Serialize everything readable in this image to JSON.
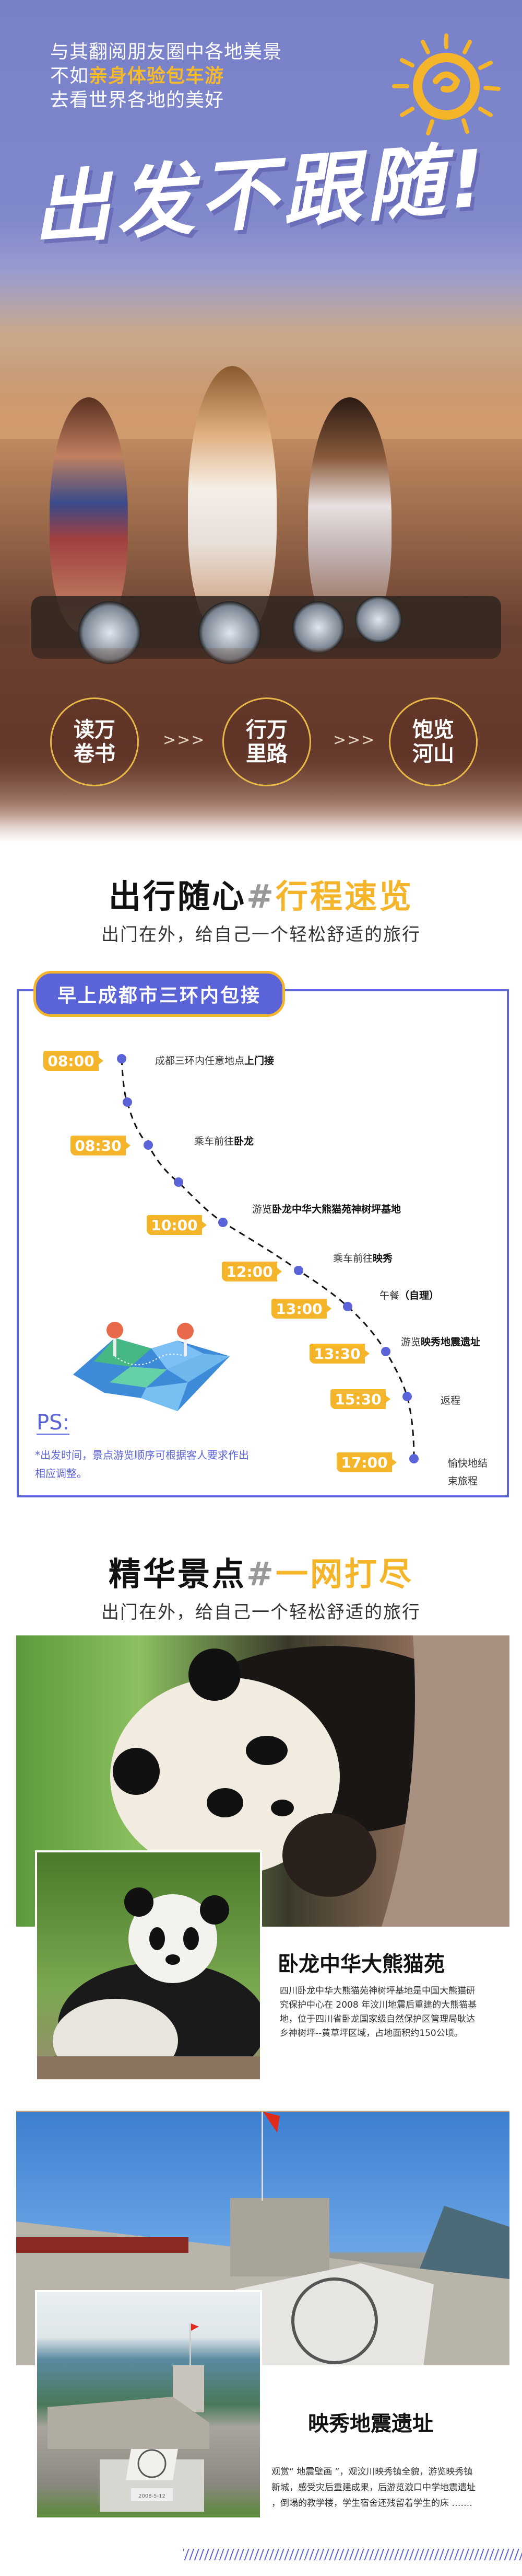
{
  "hero": {
    "intro_line1": "与其翻阅朋友圈中各地美景",
    "intro_line2_plain": "不如",
    "intro_line2_highlight": "亲身体验包车游",
    "intro_line3": "去看世界各地的美好",
    "title": "出发不跟随!",
    "circles": [
      {
        "line1": "读万",
        "line2": "卷书"
      },
      {
        "line1": "行万",
        "line2": "里路"
      },
      {
        "line1": "饱览",
        "line2": "河山"
      }
    ],
    "arrow_glyph": ">>>"
  },
  "itinerary": {
    "title_main": "出行随心",
    "title_hash": "#",
    "title_highlight": "行程速览",
    "subtitle": "出门在外，给自己一个轻松舒适的旅行",
    "box_title": "早上成都市三环内包接",
    "items": [
      {
        "time": "08:00",
        "text": "成都三环内任意地点",
        "bold": "上门接"
      },
      {
        "time": "08:30",
        "text": "乘车前往",
        "bold": "卧龙"
      },
      {
        "time": "10:00",
        "text": "游览",
        "bold": "卧龙中华大熊猫苑神树坪基地"
      },
      {
        "time": "12:00",
        "text": "乘车前往",
        "bold": "映秀"
      },
      {
        "time": "13:00",
        "text": "午餐",
        "bold": "（自理）"
      },
      {
        "time": "13:30",
        "text": "游览",
        "bold": "映秀地震遗址"
      },
      {
        "time": "15:30",
        "text": "返程",
        "bold": ""
      },
      {
        "time": "17:00",
        "text": "愉快地结",
        "text2": "束旅程"
      }
    ],
    "ps_label": "PS:",
    "ps_note_line1": "*出发时间，景点游览顺序可根据客人要求作出",
    "ps_note_line2": "相应调整。"
  },
  "attractions": {
    "title_main": "精华景点",
    "title_hash": "#",
    "title_highlight": "一网打尽",
    "subtitle": "出门在外，给自己一个轻松舒适的旅行",
    "spots": [
      {
        "name": "卧龙中华大熊猫苑",
        "lines": [
          "四川卧龙中华大熊猫苑神树坪基地是中国大熊猫研",
          "究保护中心在 2008 年汶川地震后重建的大熊猫基",
          "地，位于四川省卧龙国家级自然保护区管理局耿达",
          "乡神树坪--黄草坪区域，占地面积约150公顷。"
        ]
      },
      {
        "name": "映秀地震遗址",
        "lines": [
          "观赏“ 地震壁画 ”，观汶川映秀镇全貌，游览映秀镇",
          "新城，感受灾后重建成果，后游览漩口中学地震遗址",
          "，倒塌的教学楼，学生宿舍还残留着学生的床 ……."
        ],
        "stone_date": "2008-5-12"
      }
    ]
  },
  "colors": {
    "accent_blue": "#5b63d8",
    "accent_yellow": "#f5b52a",
    "hero_purple": "#7880c8"
  }
}
